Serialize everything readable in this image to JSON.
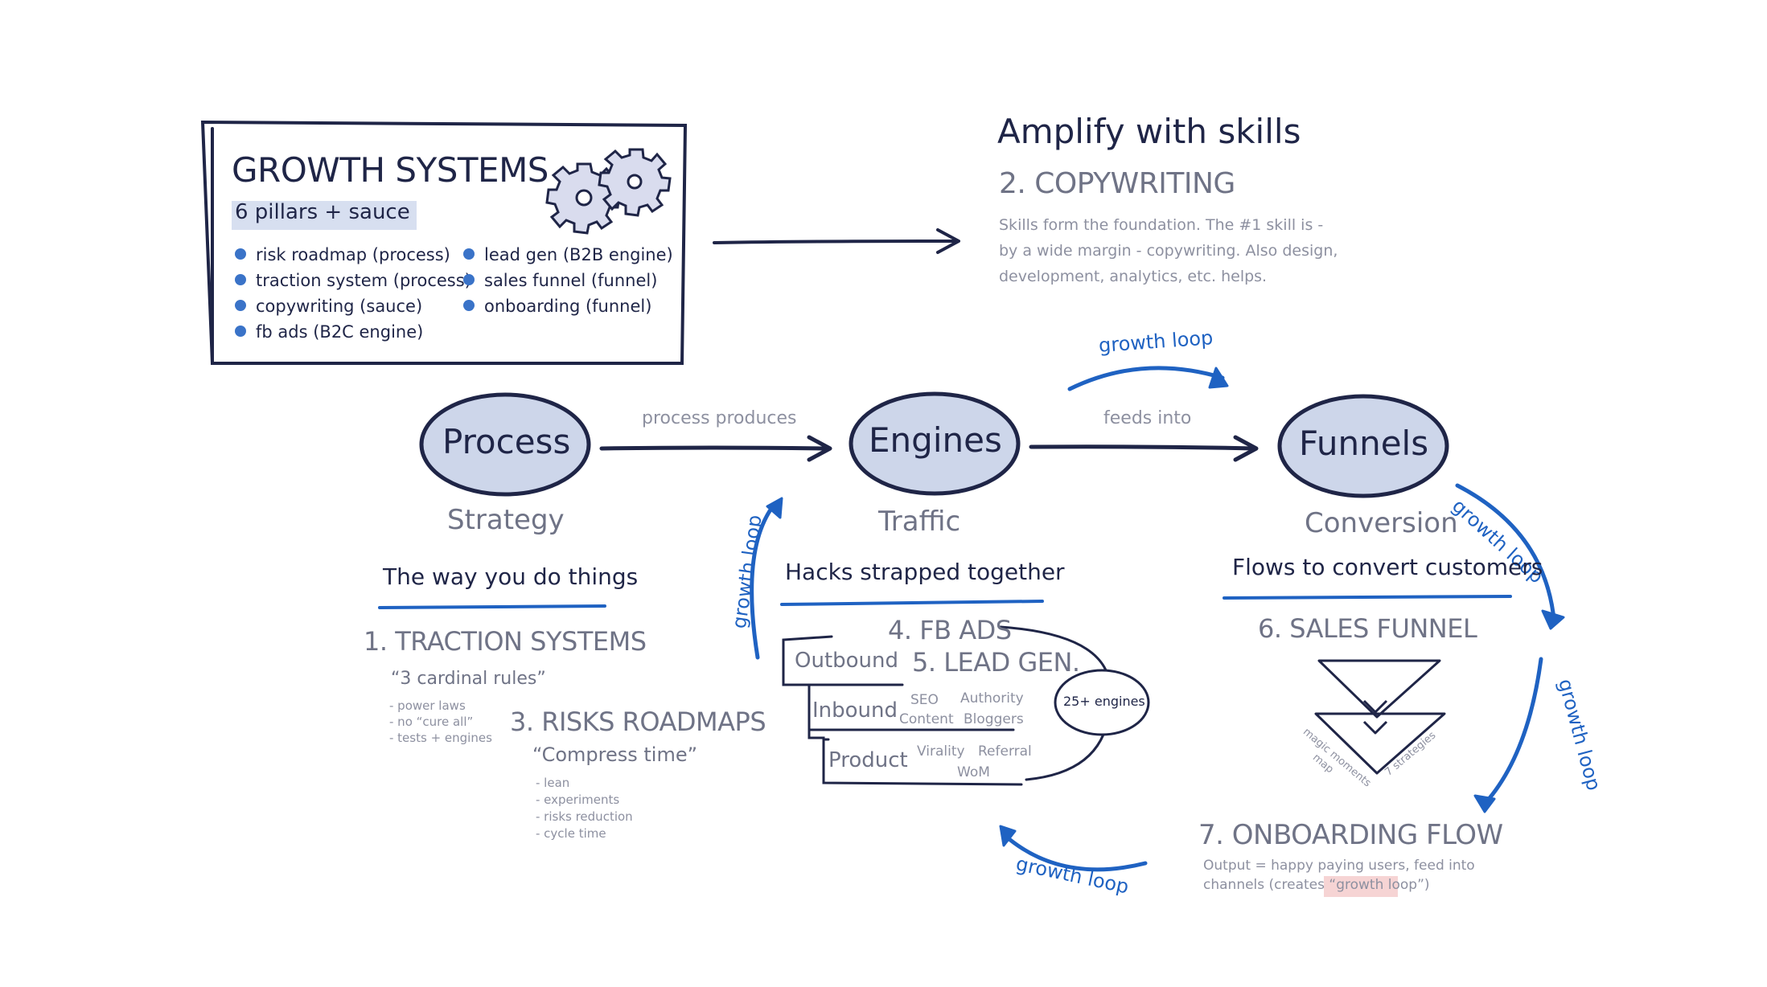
{
  "growth_systems": {
    "title": "GROWTH SYSTEMS",
    "subtitle": "6 pillars + sauce",
    "items_left": [
      "risk roadmap (process)",
      "traction system (process)",
      "copywriting (sauce)",
      "fb ads (B2C engine)"
    ],
    "items_right": [
      "lead gen (B2B engine)",
      "sales funnel (funnel)",
      "onboarding (funnel)"
    ]
  },
  "amplify": {
    "heading": "Amplify with skills",
    "title": "2. COPYWRITING",
    "body": [
      "Skills form the foundation. The #1 skill is -",
      "by a wide margin - copywriting. Also design,",
      "development, analytics, etc. helps."
    ]
  },
  "nodes": {
    "process": "Process",
    "engines": "Engines",
    "funnels": "Funnels",
    "process_sub": "Strategy",
    "engines_sub": "Traffic",
    "funnels_sub": "Conversion"
  },
  "edges": {
    "process_produces": "process produces",
    "feeds_into": "feeds into",
    "growth_loop": "growth loop"
  },
  "strategy": {
    "tagline": "The way you do things",
    "traction_title": "1. TRACTION SYSTEMS",
    "traction_quote": "“3 cardinal rules”",
    "traction_items": [
      "- power laws",
      "- no “cure all”",
      "- tests + engines"
    ],
    "risks_title": "3. RISKS ROADMAPS",
    "risks_quote": "“Compress time”",
    "risks_items": [
      "- lean",
      "- experiments",
      "- risks reduction",
      "- cycle time"
    ]
  },
  "traffic": {
    "tagline": "Hacks strapped together",
    "fb_ads": "4. FB ADS",
    "lead_gen": "5. LEAD GEN.",
    "outbound": "Outbound",
    "inbound": "Inbound",
    "product": "Product",
    "seo": "SEO",
    "content": "Content",
    "authority": "Authority",
    "bloggers": "Bloggers",
    "virality": "Virality",
    "referral": "Referral",
    "wom": "WoM",
    "engines_count": "25+ engines"
  },
  "conversion": {
    "tagline": "Flows to convert customers",
    "sales_funnel": "6. SALES FUNNEL",
    "magic_moments": "magic moments",
    "map": "map",
    "strategies": "7 strategies",
    "onboarding_title": "7. ONBOARDING FLOW",
    "onboarding_line1": "Output = happy paying users, feed into",
    "onboarding_line2_pre": "channels (creates “",
    "onboarding_highlight": "growth loop",
    "onboarding_line2_post": "”)"
  },
  "colors": {
    "navy": "#1f2547",
    "blue": "#1f62c2",
    "node_fill": "#cdd6ea",
    "highlight": "#f6d4d4"
  },
  "icons": [
    "gears-icon"
  ]
}
